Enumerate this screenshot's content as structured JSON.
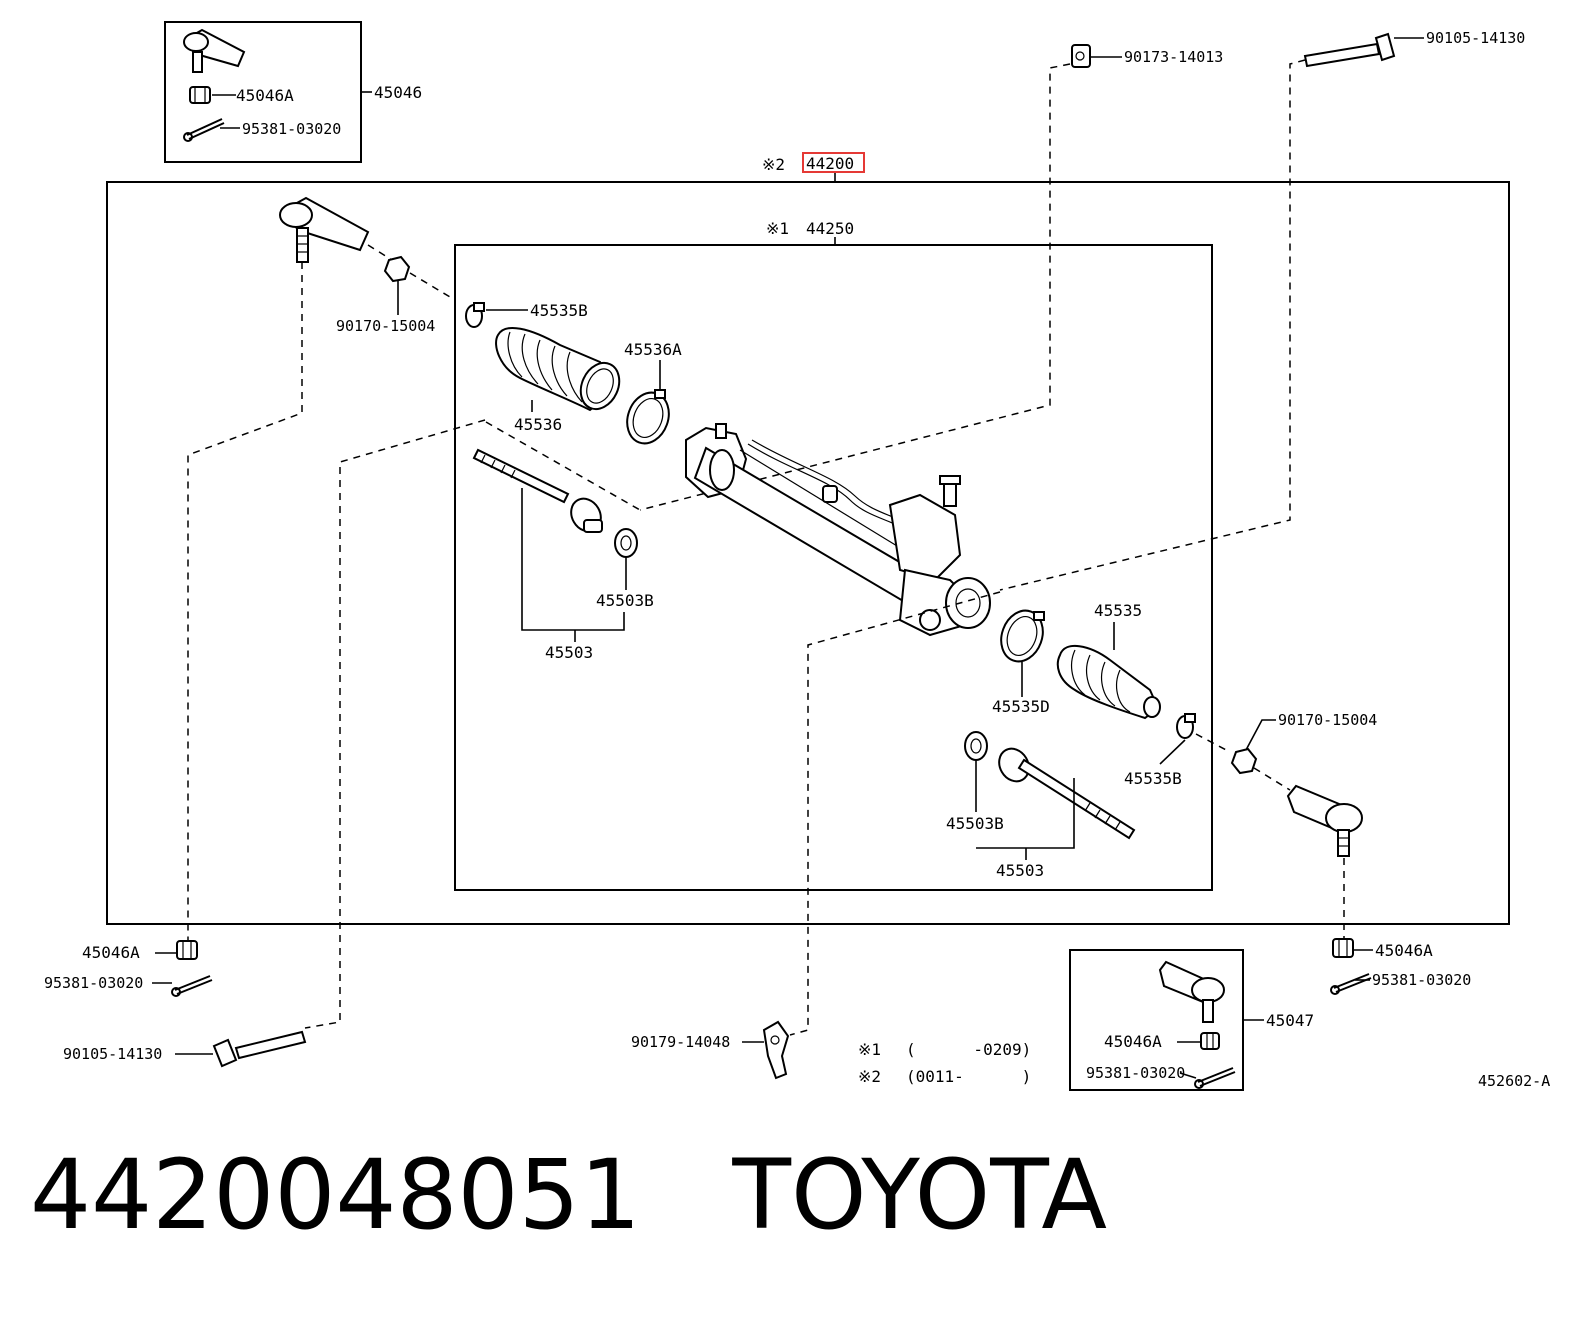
{
  "header": {
    "assembly_mark": "※2",
    "assembly_number": "44200",
    "subassembly_mark": "※1",
    "subassembly_number": "44250"
  },
  "highlight_color": "#e53935",
  "labels": {
    "tie_end_lh_kit": "45046",
    "kit_nut": "45046A",
    "kit_pin": "95381-03020",
    "nut_left": "90170-15004",
    "clamp_45535B_top": "45535B",
    "boot_45536": "45536",
    "clamp_45536A": "45536A",
    "tie_rod_left_assy": "45503",
    "washer_left": "45503B",
    "bushing_top": "90173-14013",
    "bolt_top_right": "90105-14130",
    "boot_45535": "45535",
    "clamp_45535D": "45535D",
    "nut_right": "90170-15004",
    "clamp_45535B_bottom": "45535B",
    "washer_right": "45503B",
    "tie_rod_right_assy": "45503",
    "nut_bottom_left": "45046A",
    "pin_bottom_left": "95381-03020",
    "bolt_bottom_left": "90105-14130",
    "bracket_bottom": "90179-14048",
    "nut_bottom_right": "45046A",
    "pin_bottom_right": "95381-03020",
    "tie_end_rh_kit": "45047",
    "kit_rh_nut": "45046A",
    "kit_rh_pin": "95381-03020",
    "diagram_code": "452602-A"
  },
  "notes": [
    {
      "mark": "※1",
      "range": "(      -0209)"
    },
    {
      "mark": "※2",
      "range": "(0011-      )"
    }
  ],
  "footer": {
    "part_number": "4420048051",
    "brand": "TOYOTA"
  }
}
